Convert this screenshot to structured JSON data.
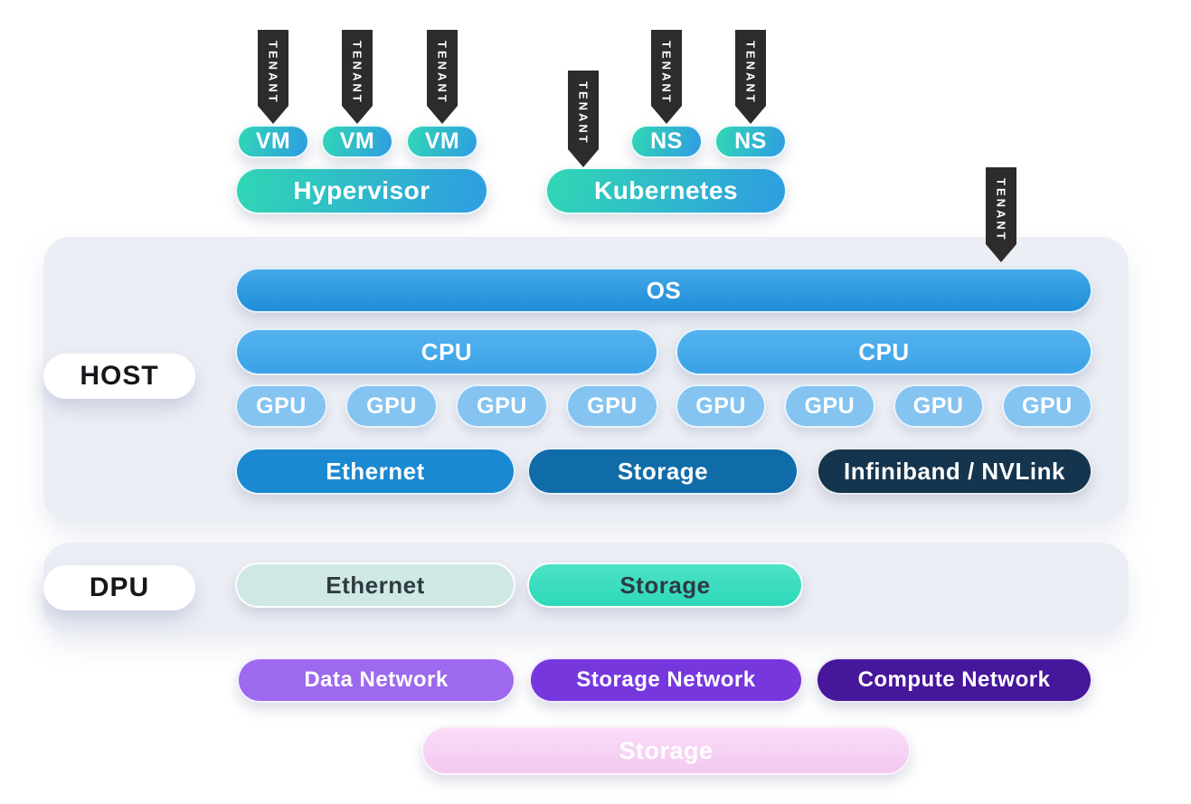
{
  "tenant": {
    "label": "TENANT"
  },
  "virtualization": {
    "hypervisor": {
      "title": "Hypervisor",
      "vms": [
        "VM",
        "VM",
        "VM"
      ]
    },
    "kubernetes": {
      "title": "Kubernetes",
      "namespaces": [
        "NS",
        "NS"
      ]
    }
  },
  "host": {
    "label": "HOST",
    "os": "OS",
    "cpus": [
      "CPU",
      "CPU"
    ],
    "gpus": [
      "GPU",
      "GPU",
      "GPU",
      "GPU",
      "GPU",
      "GPU",
      "GPU",
      "GPU"
    ],
    "interconnects": [
      "Ethernet",
      "Storage",
      "Infiniband / NVLink"
    ]
  },
  "dpu": {
    "label": "DPU",
    "engines": [
      "Ethernet",
      "Storage"
    ]
  },
  "networks": [
    "Data Network",
    "Storage Network",
    "Compute Network"
  ],
  "external_storage": "Storage",
  "colors": {
    "tenant_arrow": "#2d2b2c",
    "teal_gradient_start": "#30d7b4",
    "teal_gradient_end": "#2f9fe0",
    "os_blue": "#2697dd",
    "cpu_blue": "#47abe9",
    "gpu_blue": "#85c3f1",
    "host_ethernet_blue": "#1b89d2",
    "host_storage_blue": "#0f6ca8",
    "infiniband_navy": "#15344e",
    "dpu_ethernet_pale_teal": "#cfe8e4",
    "dpu_storage_mint": "#3cdfc0",
    "data_network_purple": "#9d69ee",
    "storage_network_purple": "#7638dd",
    "compute_network_purple": "#46169b",
    "external_storage_pink": "#f5cff2",
    "section_background": "#eceef5"
  }
}
